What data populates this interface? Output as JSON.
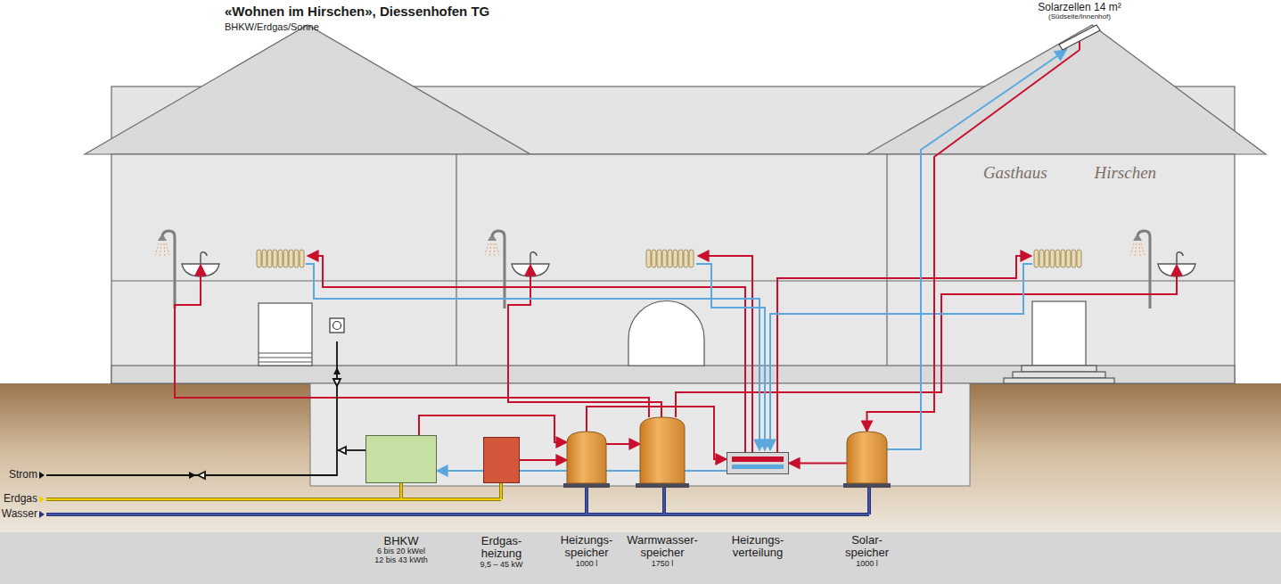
{
  "diagram": {
    "title": "«Wohnen im Hirschen», Diessenhofen TG",
    "nodes": [
      {
        "text": [
          "Solarzellen 14 m²",
          "(Südseite/Innenhof)"
        ]
      },
      {
        "text": [
          "BHKW",
          "6 bis 20 kWel",
          "12 bis 43 kWth"
        ]
      },
      {
        "text": [
          "Erdgas- heizung",
          "9,5 – 45 kW"
        ]
      },
      {
        "text": [
          "Heizungs- speicher",
          "1000 l"
        ]
      },
      {
        "text": [
          "Warmwasser- speicher",
          "1750 l"
        ]
      },
      {
        "text": [
          "Heizungs- verteilung"
        ]
      },
      {
        "text": [
          "Solar- speicher",
          "1000 l"
        ]
      }
    ],
    "edges": [
      {
        "from": 1,
        "to": 3,
        "arrow": "to"
      },
      {
        "from": 2,
        "to": 3,
        "arrow": "to"
      },
      {
        "from": 3,
        "to": 4,
        "arrow": "to"
      },
      {
        "from": 3,
        "to": 5,
        "arrow": "to"
      },
      {
        "from": 5,
        "to": 1,
        "arrow": "to"
      },
      {
        "from": 6,
        "to": 5,
        "arrow": "to"
      },
      {
        "from": 0,
        "to": 6,
        "arrow": "to"
      },
      {
        "from": 6,
        "to": 0,
        "arrow": "to"
      }
    ],
    "labels": [
      "BHKW/Erdgas/Sonne",
      "Gasthaus Hirschen",
      "Strom",
      "Erdgas",
      "Wasser"
    ]
  }
}
